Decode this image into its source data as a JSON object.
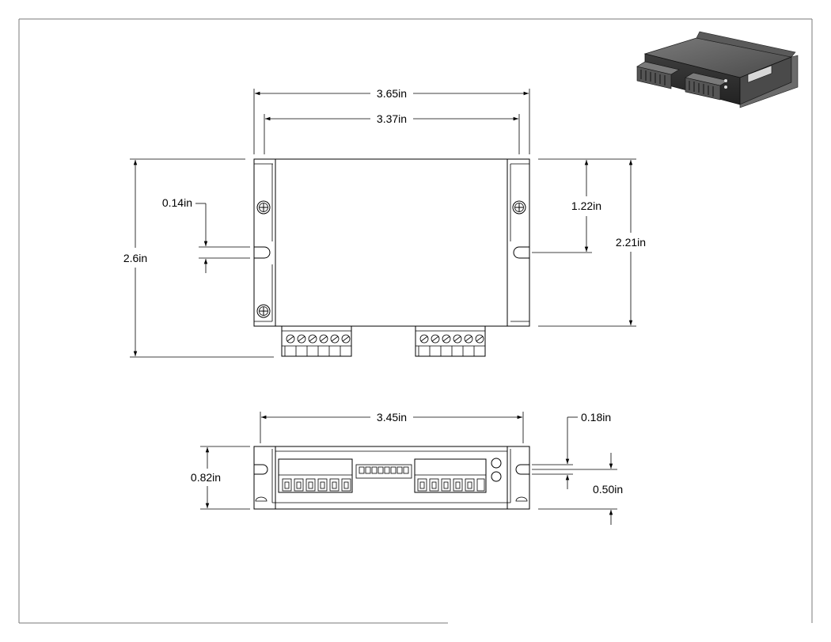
{
  "drawing": {
    "dimensions": {
      "overall_width": "3.65in",
      "mount_width": "3.37in",
      "body_height_left": "0.14in",
      "overall_height": "2.6in",
      "slot_offset": "1.22in",
      "body_height_right": "2.21in",
      "side_width": "3.45in",
      "side_slot_offset": "0.18in",
      "side_height": "0.82in",
      "side_slot_height": "0.50in"
    },
    "colors": {
      "line": "#000000",
      "border": "#7a7a7a",
      "metal_dark": "#3a3a3a",
      "metal_mid": "#6b6b6b",
      "connector_green": "#2f7d3b"
    }
  }
}
